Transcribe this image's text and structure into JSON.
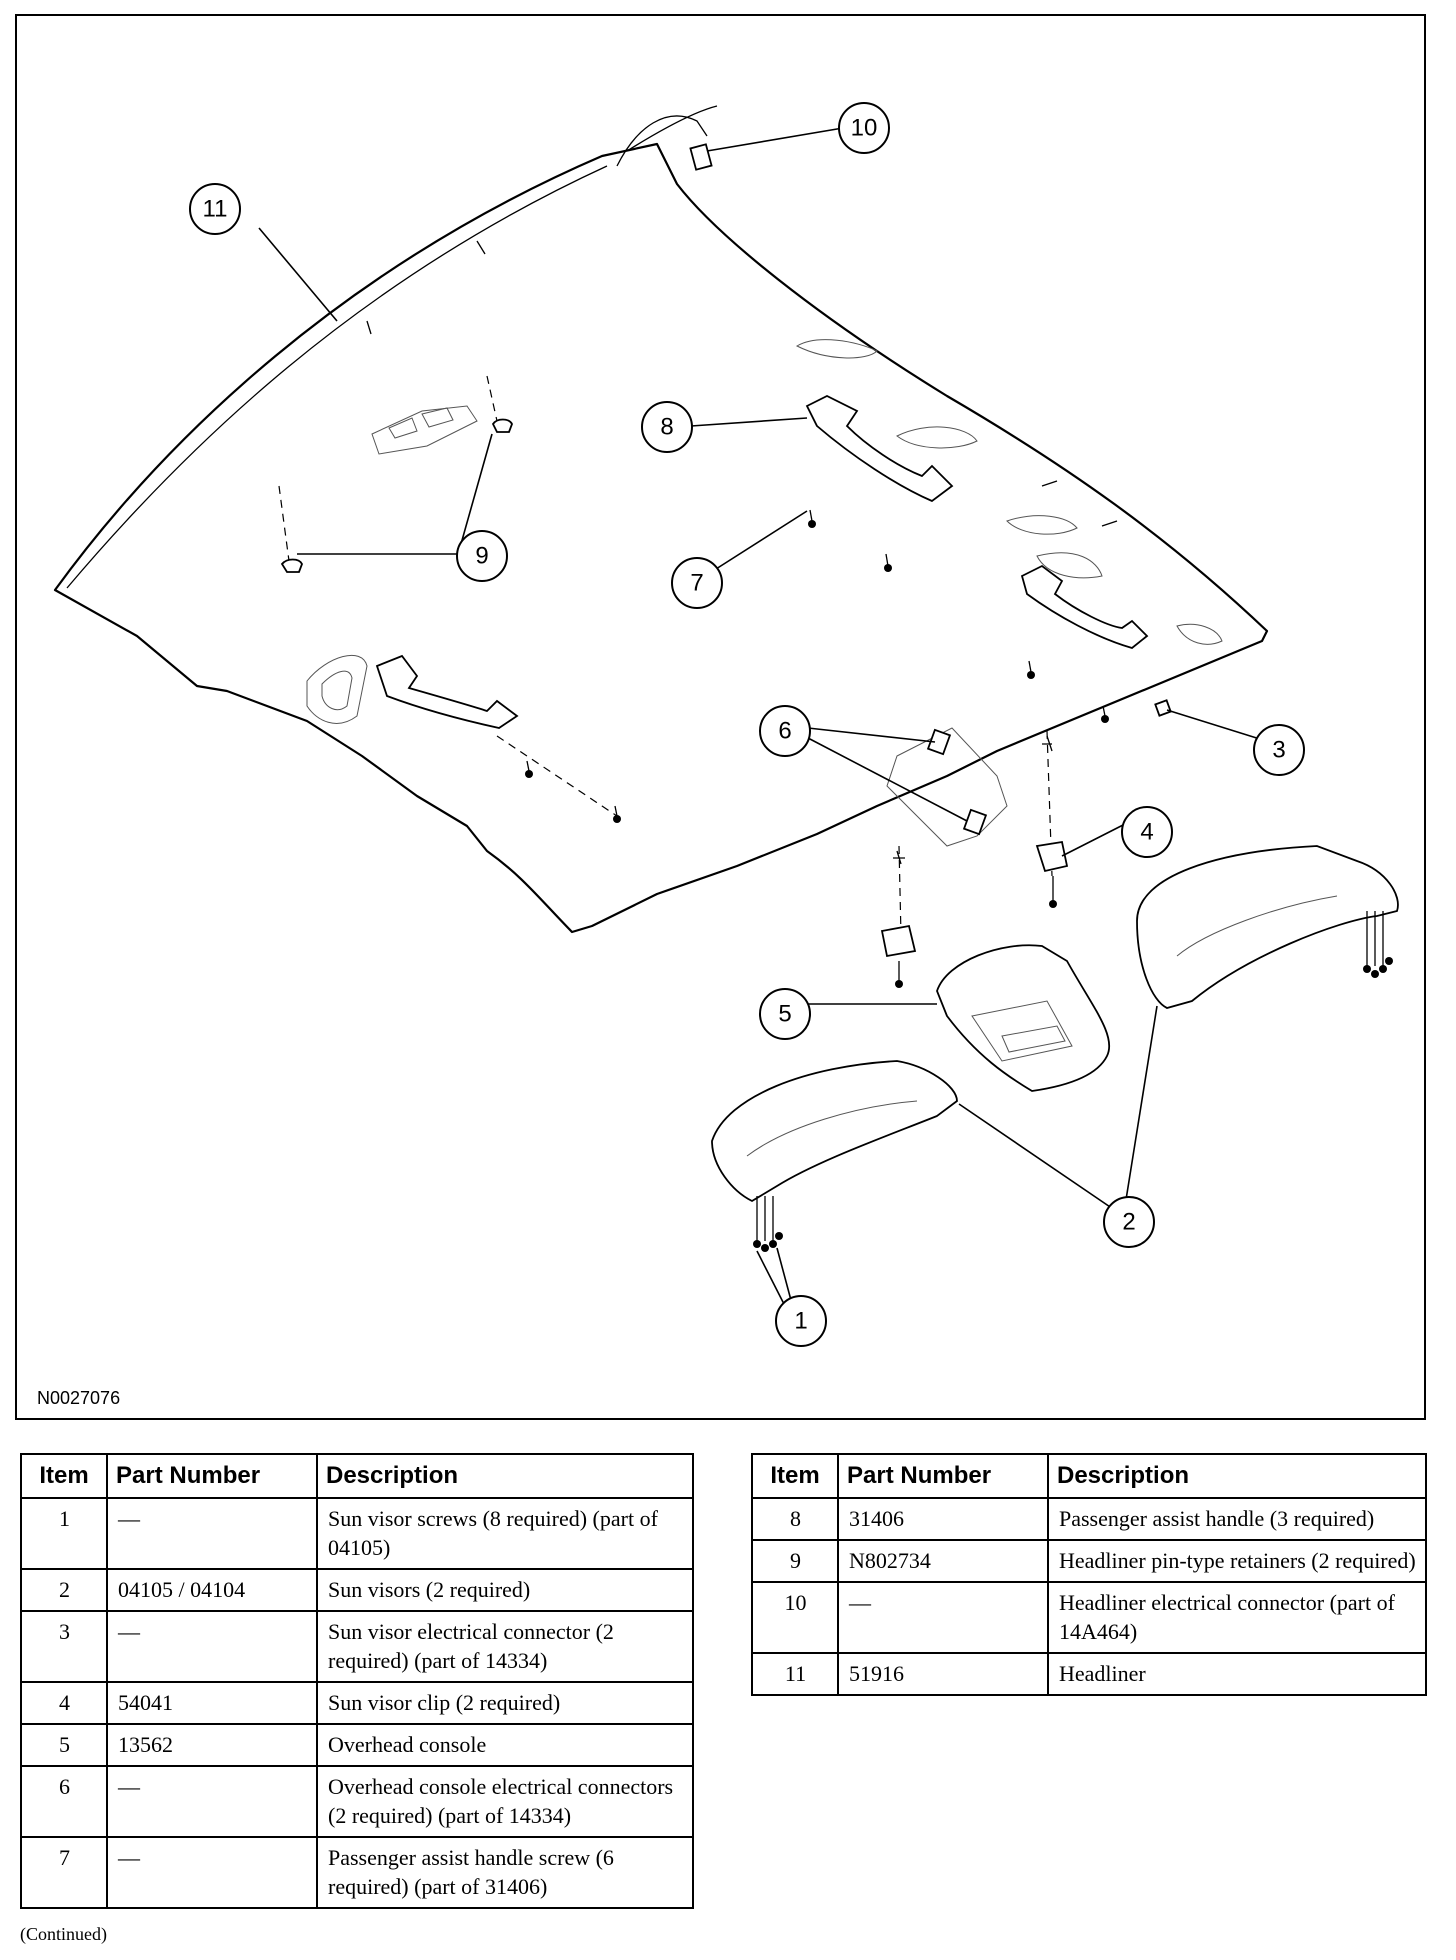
{
  "figure": {
    "id": "N0027076",
    "callouts": [
      "1",
      "2",
      "3",
      "4",
      "5",
      "6",
      "7",
      "8",
      "9",
      "10",
      "11"
    ]
  },
  "table_headers": {
    "item": "Item",
    "part_number": "Part Number",
    "description": "Description"
  },
  "parts_left": [
    {
      "item": "1",
      "part_number": "—",
      "description": "Sun visor screws (8 required) (part of 04105)"
    },
    {
      "item": "2",
      "part_number": "04105 / 04104",
      "description": "Sun visors (2 required)"
    },
    {
      "item": "3",
      "part_number": "—",
      "description": "Sun visor electrical connector (2 required) (part of 14334)"
    },
    {
      "item": "4",
      "part_number": "54041",
      "description": "Sun visor clip (2 required)"
    },
    {
      "item": "5",
      "part_number": "13562",
      "description": "Overhead console"
    },
    {
      "item": "6",
      "part_number": "—",
      "description": "Overhead console electrical connectors (2 required) (part of 14334)"
    },
    {
      "item": "7",
      "part_number": "—",
      "description": "Passenger assist handle screw (6 required) (part of 31406)"
    }
  ],
  "parts_right": [
    {
      "item": "8",
      "part_number": "31406",
      "description": "Passenger assist handle (3 required)"
    },
    {
      "item": "9",
      "part_number": "N802734",
      "description": "Headliner pin-type retainers (2 required)"
    },
    {
      "item": "10",
      "part_number": "—",
      "description": "Headliner electrical connector (part of 14A464)"
    },
    {
      "item": "11",
      "part_number": "51916",
      "description": "Headliner"
    }
  ],
  "footer": {
    "continued": "(Continued)"
  }
}
